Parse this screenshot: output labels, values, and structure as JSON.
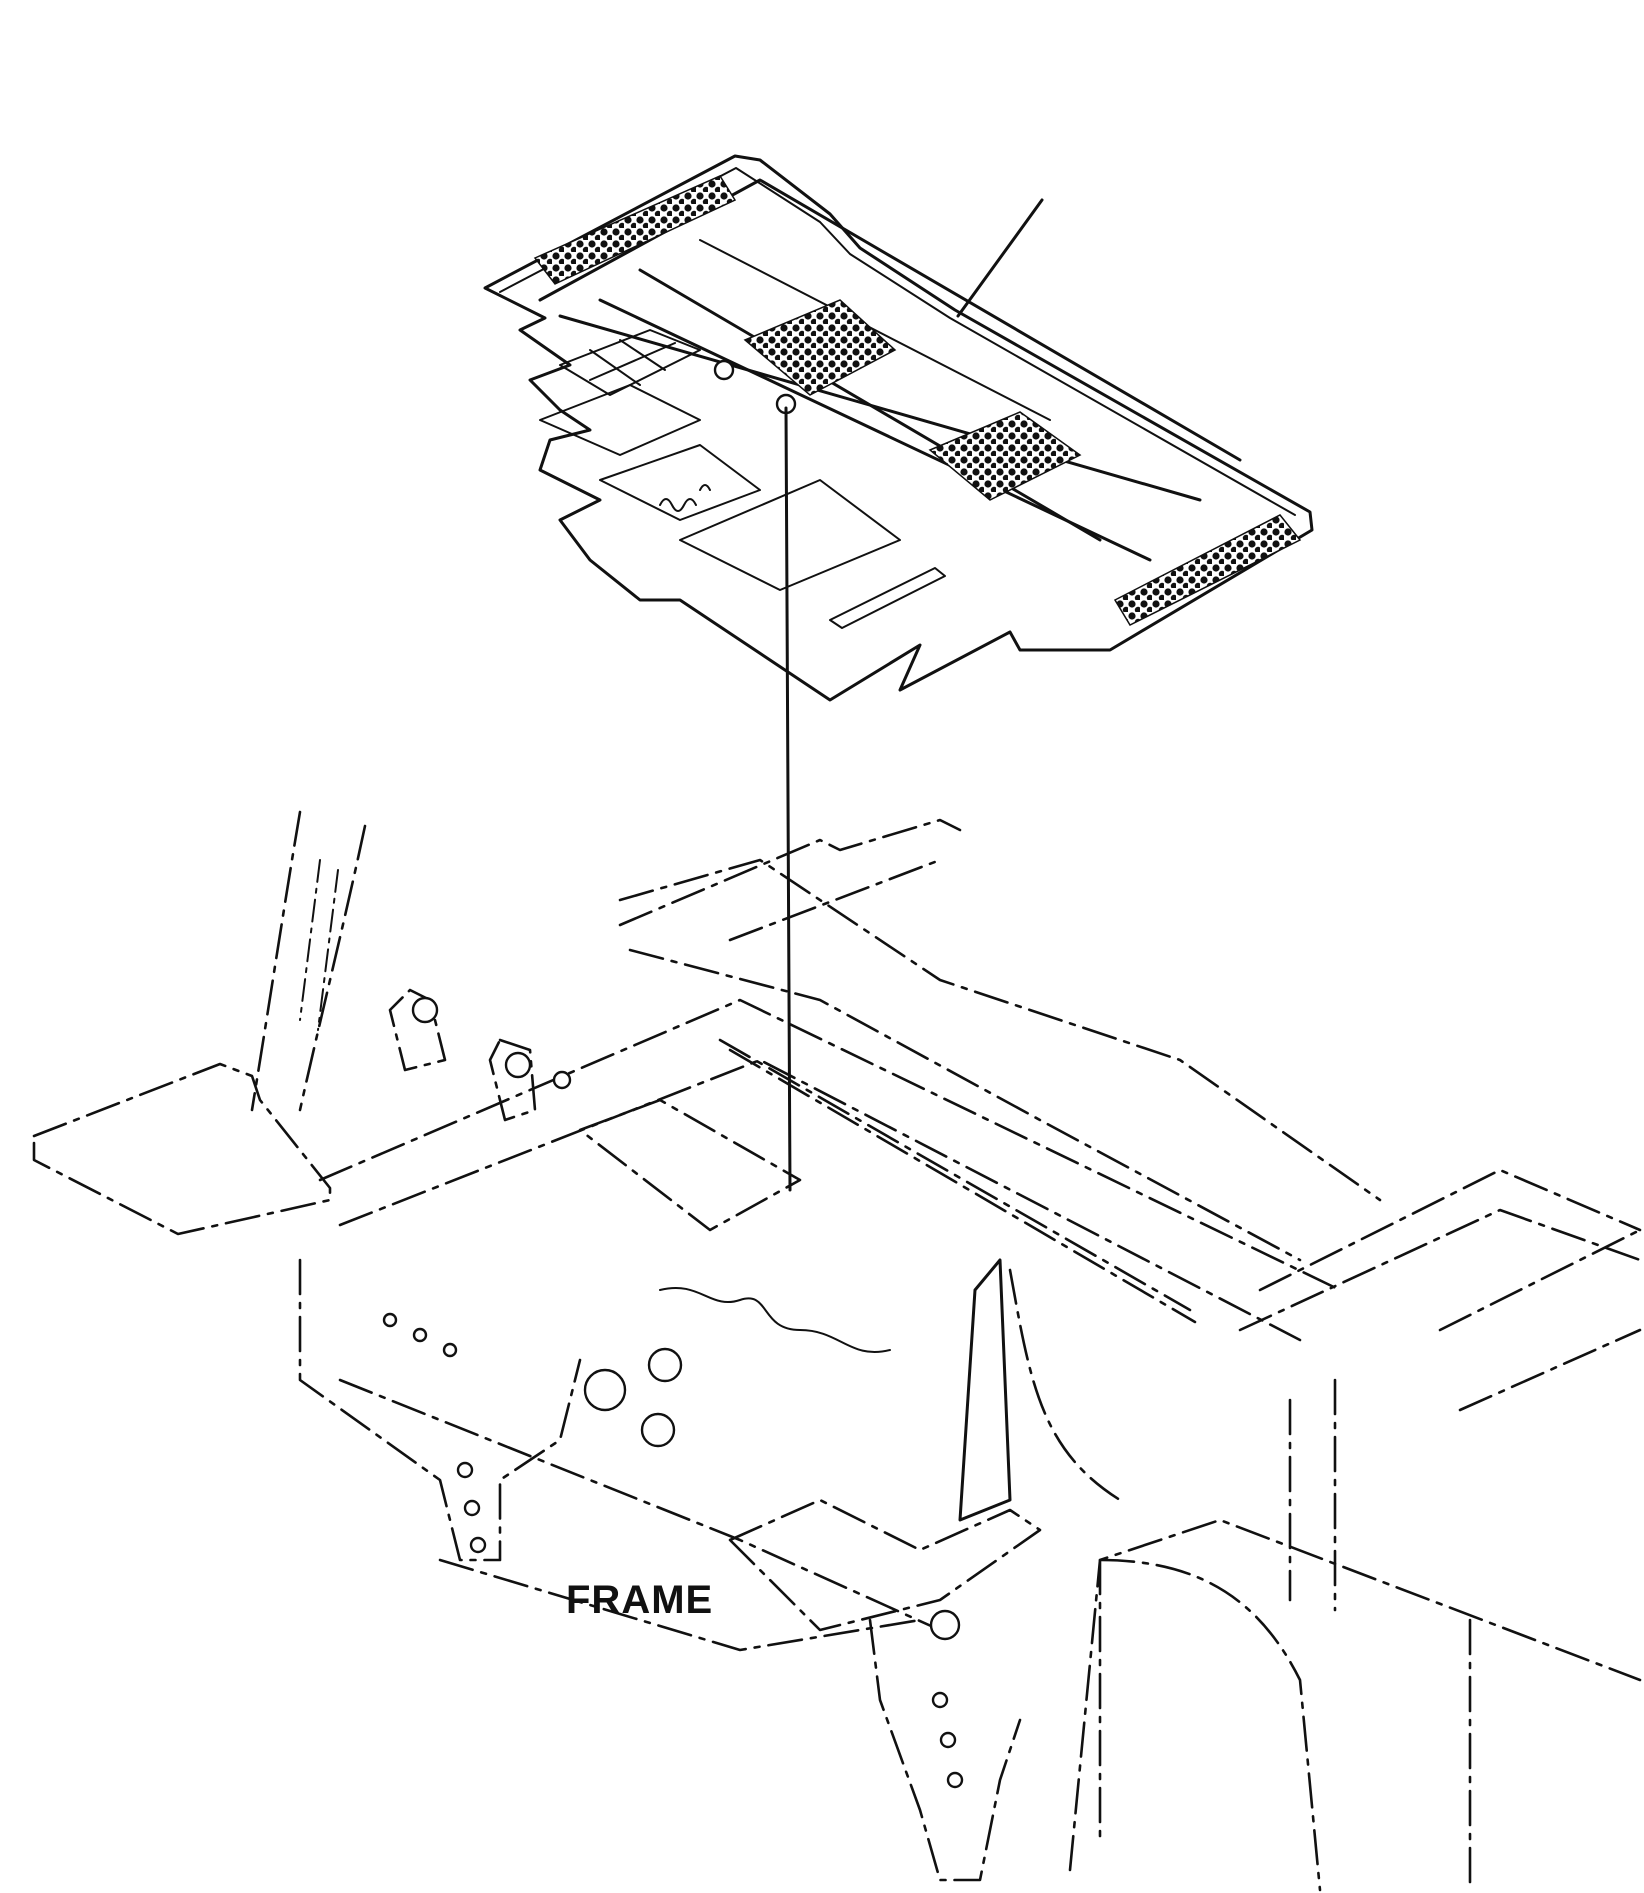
{
  "figure": {
    "labels": {
      "frame": "FRAME"
    },
    "parts": [
      "floor-mat",
      "cab-frame"
    ],
    "line_art_color": "#111111",
    "background_color": "#ffffff"
  }
}
